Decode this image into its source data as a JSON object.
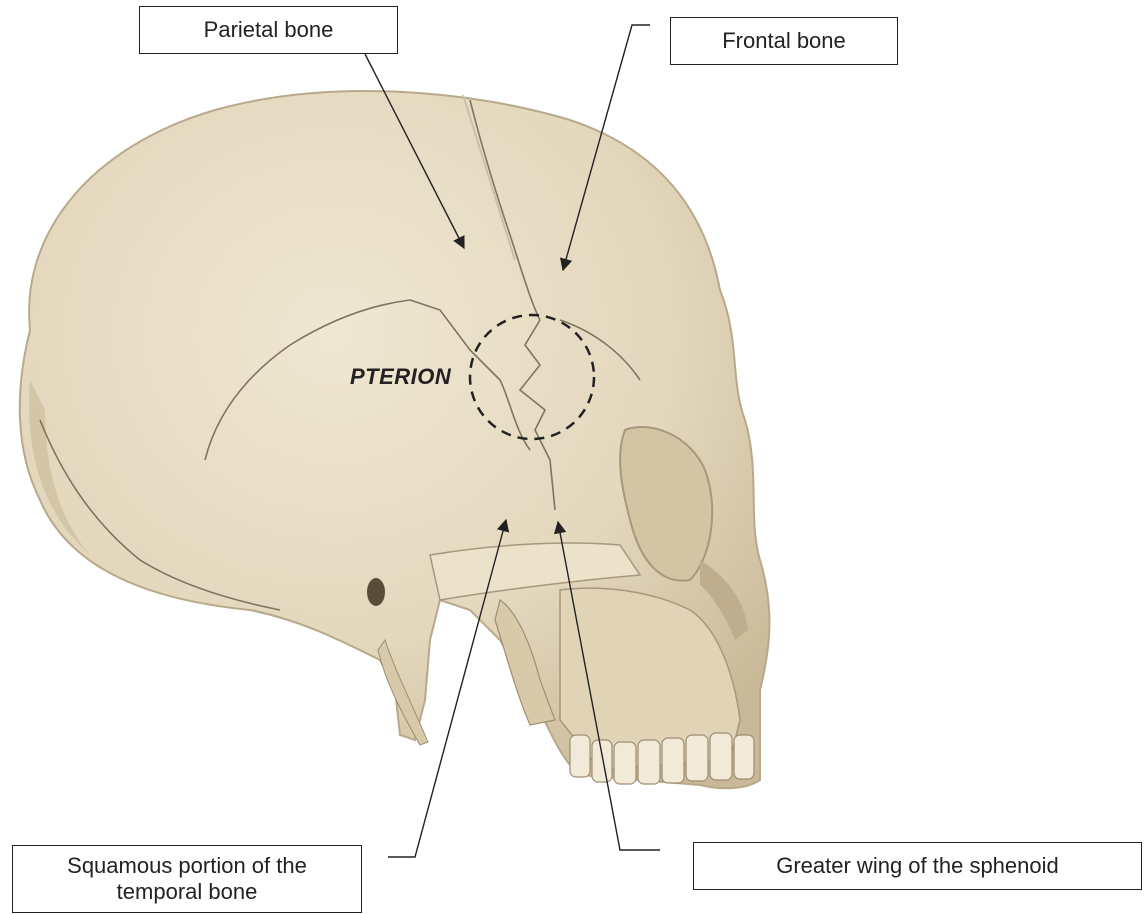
{
  "labels": {
    "parietal": "Parietal bone",
    "frontal": "Frontal bone",
    "squamous_line1": "Squamous portion of the",
    "squamous_line2": "temporal bone",
    "sphenoid": "Greater wing of the sphenoid",
    "pterion": "PTERION"
  },
  "colors": {
    "bone": "#e6dbc2",
    "bone_shadow": "#b8a98a",
    "suture": "#6e624e",
    "line": "#222222",
    "background": "#ffffff"
  },
  "icons": [
    "skull-illustration",
    "arrow-head"
  ]
}
